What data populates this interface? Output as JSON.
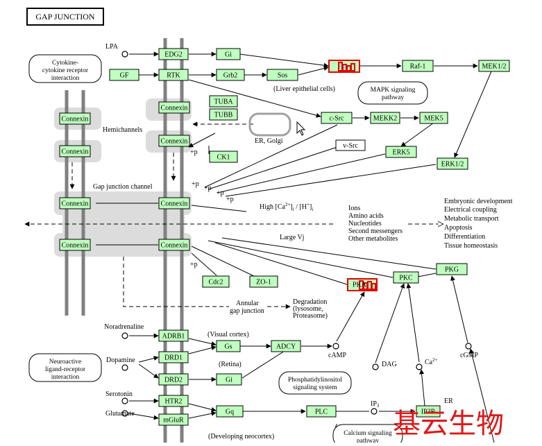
{
  "title": "GAP JUNCTION",
  "genes": [
    {
      "id": "edg2",
      "label": "EDG2"
    },
    {
      "id": "gi_top",
      "label": "Gi"
    },
    {
      "id": "gf",
      "label": "GF"
    },
    {
      "id": "rtk",
      "label": "RTK"
    },
    {
      "id": "grb2",
      "label": "Grb2"
    },
    {
      "id": "sos",
      "label": "Sos"
    },
    {
      "id": "raf1",
      "label": "Raf-1"
    },
    {
      "id": "mek12",
      "label": "MEK1/2"
    },
    {
      "id": "connexin_tl",
      "label": "Connexin"
    },
    {
      "id": "connexin_ml",
      "label": "Connexin"
    },
    {
      "id": "tuba",
      "label": "TUBA"
    },
    {
      "id": "tubb",
      "label": "TUBB"
    },
    {
      "id": "csrc",
      "label": "c-Src"
    },
    {
      "id": "mekk2",
      "label": "MEKK2"
    },
    {
      "id": "mek5",
      "label": "MEK5"
    },
    {
      "id": "connexin_lb",
      "label": "Connexin"
    },
    {
      "id": "connexin_m2",
      "label": "Connexin"
    },
    {
      "id": "ck1",
      "label": "CK1"
    },
    {
      "id": "erk5",
      "label": "ERK5"
    },
    {
      "id": "erk12",
      "label": "ERK1/2"
    },
    {
      "id": "connexin_gl",
      "label": "Connexin"
    },
    {
      "id": "connexin_gr",
      "label": "Connexin"
    },
    {
      "id": "connexin_ll",
      "label": "Connexin"
    },
    {
      "id": "connexin_lr",
      "label": "Connexin"
    },
    {
      "id": "pkg",
      "label": "PKG"
    },
    {
      "id": "pkc",
      "label": "PKC"
    },
    {
      "id": "cdc2",
      "label": "Cdc2"
    },
    {
      "id": "zo1",
      "label": "ZO-1"
    },
    {
      "id": "adrb1",
      "label": "ADRB1"
    },
    {
      "id": "gs",
      "label": "Gs"
    },
    {
      "id": "adcy",
      "label": "ADCY"
    },
    {
      "id": "drd1",
      "label": "DRD1"
    },
    {
      "id": "drd2",
      "label": "DRD2"
    },
    {
      "id": "gi_bot",
      "label": "Gi"
    },
    {
      "id": "htr2",
      "label": "HTR2"
    },
    {
      "id": "mglur",
      "label": "mGluR"
    },
    {
      "id": "gq",
      "label": "Gq"
    },
    {
      "id": "plc",
      "label": "PLC"
    },
    {
      "id": "ip3r",
      "label": "IP3R"
    }
  ],
  "highlighted_genes": [
    {
      "id": "ras",
      "label": "Ras"
    },
    {
      "id": "pka",
      "label": "PKA"
    }
  ],
  "compounds": {
    "lpa": "LPA",
    "noradrenaline": "Noradrenaline",
    "dopamine": "Dopamine",
    "serotonin": "Serotonin",
    "glutamate": "Glutamate",
    "camp": "cAMP",
    "dag": "DAG",
    "ca": "Ca",
    "ca_sup": "2+",
    "cgmp": "cGMP",
    "ip3": "IP",
    "ip3_sub": "3"
  },
  "pathways": {
    "cytokine": [
      "Cytokine-",
      "cytokine receptor",
      "interaction"
    ],
    "mapk": [
      "MAPK signaling",
      "pathway"
    ],
    "neuroactive": [
      "Neuroactive",
      "ligand-receptor",
      "interaction"
    ],
    "phosphatidylinositol": [
      "Phosphatidylinositol",
      "signaling system"
    ],
    "calcium": [
      "Calcium signaling",
      "pathway"
    ]
  },
  "labels": {
    "liver": "(Liver epithelial cells)",
    "er_golgi": "ER, Golgi",
    "hemichannels": "Hemichannels",
    "vsrc": "v-Src",
    "gap_channel": "Gap junction channel",
    "high_ca_prefix": "High [Ca",
    "high_ca_sup": "2+",
    "high_ca_mid": "]",
    "high_ca_i1": "i",
    "high_ca_h": " / [H",
    "high_ca_hsup": "+",
    "high_ca_end": "]",
    "high_ca_i2": "i",
    "large_vj": "Large Vj",
    "ions": [
      "Ions",
      "Amino acids",
      "Nucleotides",
      "Second messengers",
      "Other metabolites"
    ],
    "effects": [
      "Embryonic development",
      "Electrical coupling",
      "Metabolic transport",
      "Apoptosis",
      "Differentiation",
      "Tissue homeostasis"
    ],
    "plus_p": "+p",
    "annular": [
      "Annular",
      "gap junction"
    ],
    "degradation": [
      "Degradation",
      "(lysosome,",
      "Proteasome)"
    ],
    "visual_cortex": "(Visual cortex)",
    "retina": "(Retina)",
    "developing": "(Developing neocortex)",
    "er": "ER"
  },
  "watermark": "基云生物"
}
